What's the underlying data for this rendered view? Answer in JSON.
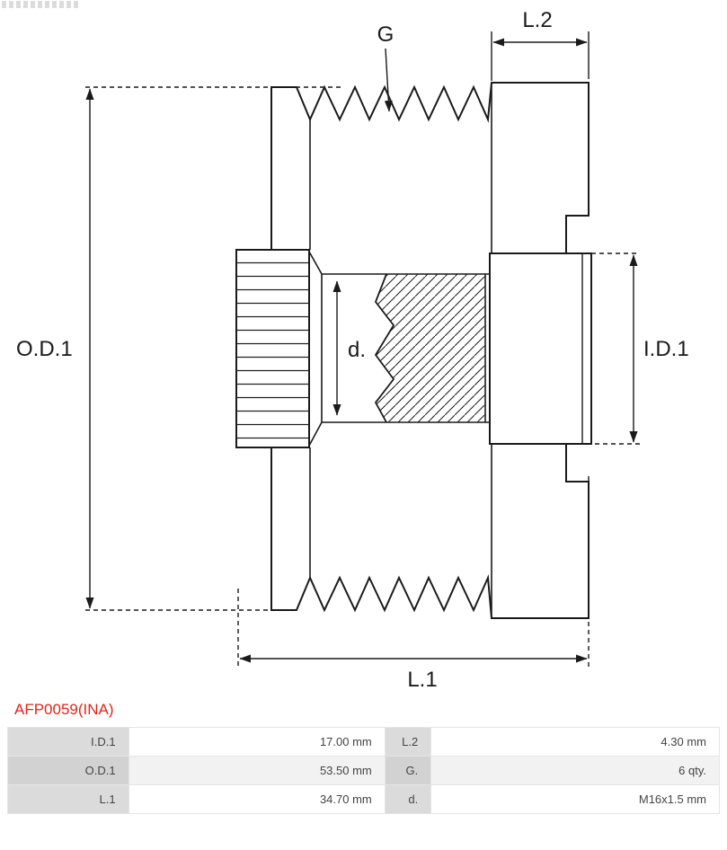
{
  "part_number": "AFP0059(INA)",
  "colors": {
    "part_number_red": "#e2231a",
    "line_color": "#1a1a1a",
    "table_label_bg": "#dbdbdb"
  },
  "diagram": {
    "type": "alternator freewheel pulley cross-section drawing",
    "labels": {
      "od1": "O.D.1",
      "id1": "I.D.1",
      "g": "G",
      "l1": "L.1",
      "l2": "L.2",
      "d": "d."
    },
    "groove_count_shown": 6
  },
  "table": {
    "rows": [
      [
        "I.D.1",
        "17.00 mm",
        "L.2",
        "4.30 mm"
      ],
      [
        "O.D.1",
        "53.50 mm",
        "G.",
        "6 qty."
      ],
      [
        "L.1",
        "34.70 mm",
        "d.",
        "M16x1.5 mm"
      ]
    ]
  }
}
